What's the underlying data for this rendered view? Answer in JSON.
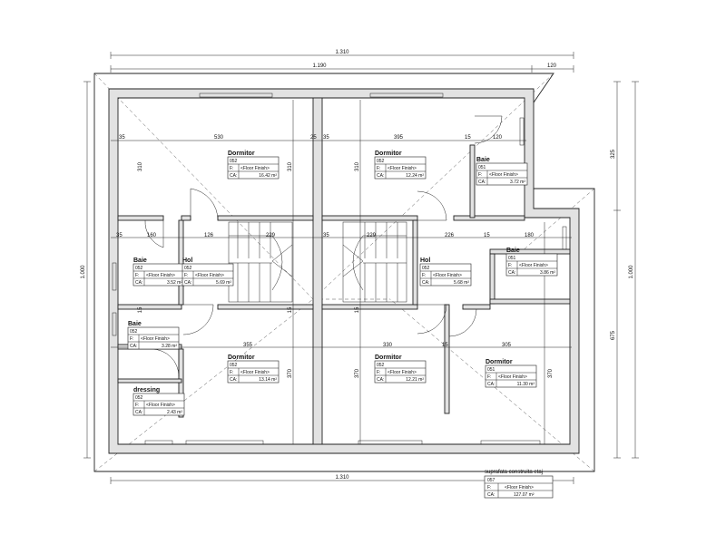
{
  "dimensions": {
    "top_total": "1.310",
    "top_main": "1.190",
    "top_right": "120",
    "bottom_total": "1.310",
    "left_total": "1.000",
    "right_total": "1.000",
    "right_upper": "325",
    "right_lower": "675",
    "row1": [
      "35",
      "530",
      "25",
      "35",
      "395",
      "15",
      "120"
    ],
    "row2": [
      "35",
      "160",
      "126",
      "229",
      "35",
      "229",
      "226",
      "15",
      "180"
    ],
    "row3": [
      "355",
      "330",
      "15",
      "305"
    ],
    "vert_a": [
      "310",
      "310",
      "310"
    ],
    "vert_b": [
      "15",
      "15",
      "15",
      "15"
    ],
    "vert_c": [
      "370",
      "370",
      "370"
    ]
  },
  "rooms": [
    {
      "name": "Dormitor",
      "code": "052",
      "finish_label": "F:",
      "finish": "<Floor Finish>",
      "area_label": "CA:",
      "area": "16.42 m²"
    },
    {
      "name": "Dormitor",
      "code": "052",
      "finish_label": "F:",
      "finish": "<Floor Finish>",
      "area_label": "CA:",
      "area": "12.24 m²"
    },
    {
      "name": "Baie",
      "code": "051",
      "finish_label": "F:",
      "finish": "<Floor Finish>",
      "area_label": "CA:",
      "area": "3.72 m²"
    },
    {
      "name": "Baie",
      "code": "052",
      "finish_label": "F:",
      "finish": "<Floor Finish>",
      "area_label": "CA:",
      "area": "3.52 m²"
    },
    {
      "name": "Hol",
      "code": "052",
      "finish_label": "F:",
      "finish": "<Floor Finish>",
      "area_label": "CA:",
      "area": "5.69 m²"
    },
    {
      "name": "Hol",
      "code": "052",
      "finish_label": "F:",
      "finish": "<Floor Finish>",
      "area_label": "CA:",
      "area": "5.68 m²"
    },
    {
      "name": "Baie",
      "code": "051",
      "finish_label": "F:",
      "finish": "<Floor Finish>",
      "area_label": "CA:",
      "area": "3.86 m²"
    },
    {
      "name": "Baie",
      "code": "052",
      "finish_label": "F:",
      "finish": "<Floor Finish>",
      "area_label": "CA:",
      "area": "3.28 m²"
    },
    {
      "name": "Dormitor",
      "code": "052",
      "finish_label": "F:",
      "finish": "<Floor Finish>",
      "area_label": "CA:",
      "area": "13.14 m²"
    },
    {
      "name": "Dormitor",
      "code": "052",
      "finish_label": "F:",
      "finish": "<Floor Finish>",
      "area_label": "CA:",
      "area": "12.21 m²"
    },
    {
      "name": "Dormitor",
      "code": "051",
      "finish_label": "F:",
      "finish": "<Floor Finish>",
      "area_label": "CA:",
      "area": "11.30 m²"
    },
    {
      "name": "dressing",
      "code": "052",
      "finish_label": "F:",
      "finish": "<Floor Finish>",
      "area_label": "CA:",
      "area": "2.43 m²"
    }
  ],
  "summary": {
    "title": "suprafata construita etaj",
    "code": "057",
    "finish_label": "F:",
    "finish": "<Floor Finish>",
    "area_label": "CA:",
    "area": "127.07 m²"
  }
}
